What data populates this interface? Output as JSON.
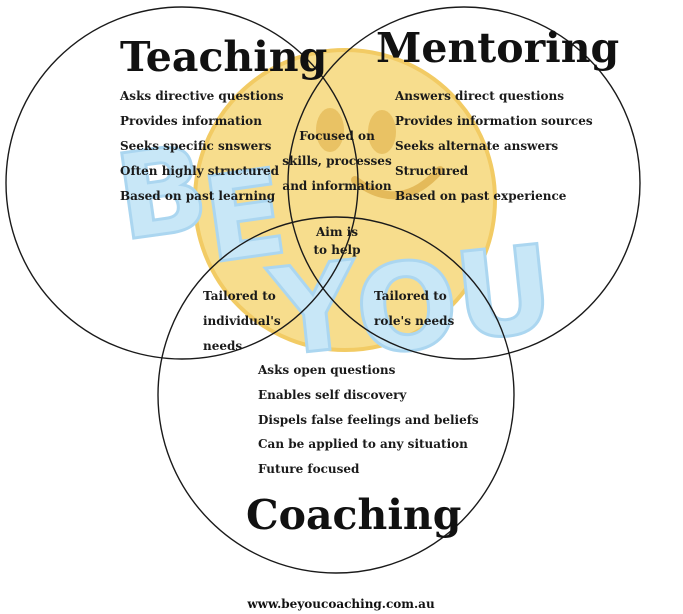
{
  "colors": {
    "circle_stroke": "#1a1a1a",
    "watermark_face": "#f6d87a",
    "watermark_face_edge": "#f0c24a",
    "watermark_letters": "#bfe3f6",
    "watermark_letters_edge": "#9dd0ee",
    "text": "#111111"
  },
  "watermark": {
    "letters": [
      "B",
      "E",
      "Y",
      "O",
      "U"
    ],
    "icon": "smiley-face-icon"
  },
  "teaching": {
    "title": "Teaching",
    "items": [
      "Asks directive questions",
      "Provides information",
      "Seeks specific snswers",
      "Often highly structured",
      "Based on past learning"
    ]
  },
  "mentoring": {
    "title": "Mentoring",
    "items": [
      "Answers direct questions",
      "Provides information sources",
      "Seeks alternate answers",
      "Structured",
      "Based on past experience"
    ]
  },
  "coaching": {
    "title": "Coaching",
    "items": [
      "Asks open questions",
      "Enables self discovery",
      "Dispels false feelings and beliefs",
      "Can be applied to any situation",
      "Future focused"
    ]
  },
  "teaching_mentoring": [
    "Focused on",
    "skills, processes",
    "and information"
  ],
  "center": [
    "Aim is",
    "to help"
  ],
  "teaching_coaching": [
    "Tailored to",
    "individual's",
    "needs"
  ],
  "mentoring_coaching": [
    "Tailored to",
    "role's needs"
  ],
  "footer": {
    "website": "www.beyoucoaching.com.au"
  }
}
